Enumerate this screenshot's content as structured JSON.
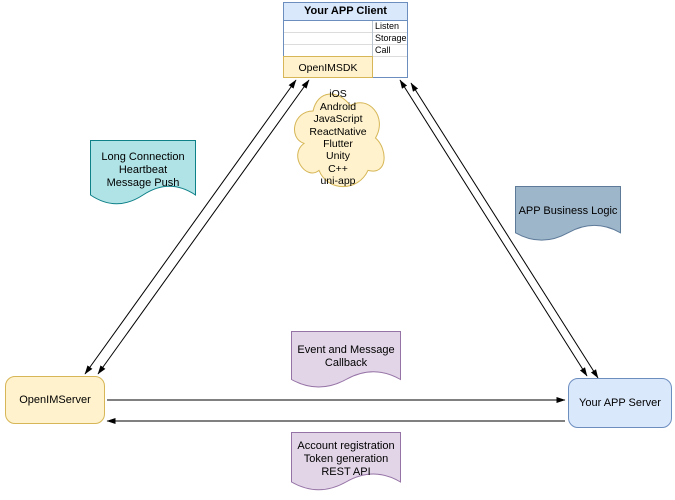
{
  "client": {
    "title": "Your APP Client",
    "interfaces": [
      "Listen",
      "Storage",
      "Call"
    ],
    "sdk_label": "OpenIMSDK"
  },
  "platforms": {
    "lines": [
      "iOS",
      "Android",
      "JavaScript",
      "ReactNative",
      "Flutter",
      "Unity",
      "C++",
      "uni-app"
    ]
  },
  "notes": {
    "long_connection": {
      "text": "Long Connection\nHeartbeat\nMessage Push"
    },
    "app_business_logic": {
      "text": "APP Business Logic"
    },
    "event_callback": {
      "text": "Event and Message\nCallback"
    },
    "account_registration": {
      "text": "Account registration\nToken generation\nREST API"
    }
  },
  "nodes": {
    "openim_server": {
      "label": "OpenIMServer"
    },
    "app_server": {
      "label": "Your APP Server"
    }
  },
  "colors": {
    "blue_fill": "#dae8fc",
    "blue_stroke": "#6c8ebf",
    "yellow_fill": "#fff2cc",
    "yellow_stroke": "#d6b656",
    "teal_fill": "#b0e3e6",
    "teal_stroke": "#0e8088",
    "slate_fill": "#9eb6ca",
    "slate_stroke": "#5d7a99",
    "purple_fill": "#e1d5e7",
    "purple_stroke": "#9673a6",
    "line": "#000000"
  }
}
